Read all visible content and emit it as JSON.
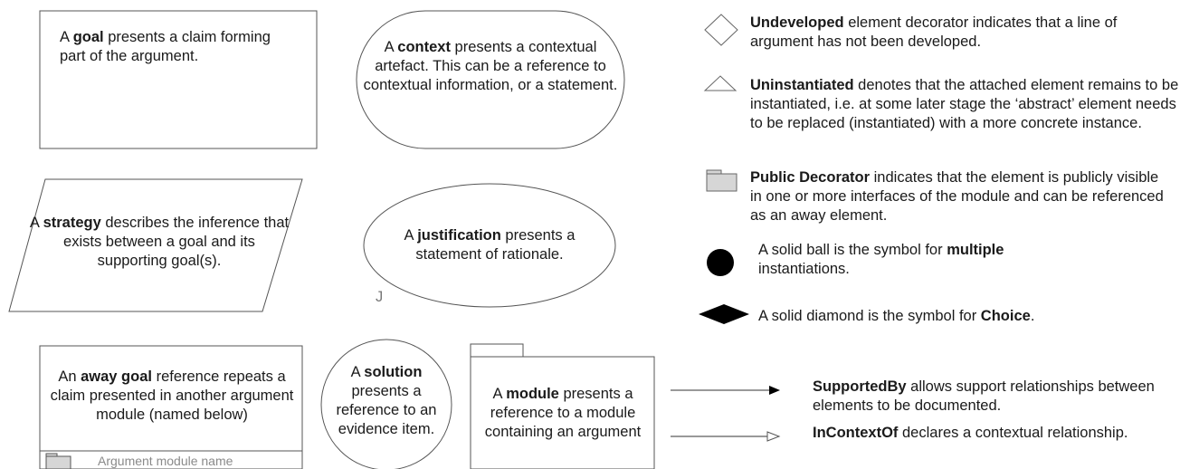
{
  "goal": {
    "pre": "A ",
    "term": "goal",
    "post": " presents a claim forming part of the argument."
  },
  "context": {
    "pre": "A ",
    "term": "context",
    "post": " presents a contextual artefact. This can be a reference to contextual information, or a statement."
  },
  "strategy": {
    "pre": "A ",
    "term": "strategy",
    "post": " describes the inference that exists between a goal and its supporting goal(s)."
  },
  "justification": {
    "pre": "A ",
    "term": "justification",
    "post": " presents a statement of rationale.",
    "marker": "J"
  },
  "away_goal": {
    "pre": "An ",
    "term": "away goal",
    "post": " reference repeats a claim presented in another argument module (named below)",
    "module_name": "Argument module name"
  },
  "solution": {
    "pre": "A ",
    "term": "solution",
    "post": " presents a reference to an evidence item."
  },
  "module": {
    "pre": "A ",
    "term": "module",
    "post": " presents a reference to a module containing an argument"
  },
  "legend": {
    "undeveloped": {
      "term": "Undeveloped",
      "post": " element decorator indicates that a line of argument has not been developed.",
      "icon": "diamond-outline"
    },
    "uninstantiated": {
      "term": "Uninstantiated",
      "post": " denotes that the attached element remains to be instantiated, i.e. at some later stage the ‘abstract’ element needs to be replaced (instantiated) with a more concrete instance.",
      "icon": "triangle-outline"
    },
    "public": {
      "term": "Public Decorator",
      "post": " indicates that the element is publicly visible in one or more interfaces of the module and can be referenced as an away element.",
      "icon": "folder"
    },
    "multiple": {
      "pre": "A solid ball is the symbol for ",
      "term": "multiple",
      "post": " instantiations.",
      "icon": "solid-ball"
    },
    "choice": {
      "pre": "A solid diamond is the symbol for ",
      "term": "Choice",
      "post": ".",
      "icon": "solid-diamond"
    },
    "supported_by": {
      "term": "SupportedBy",
      "post": " allows support relationships between elements to be documented.",
      "icon": "filled-arrow"
    },
    "in_context_of": {
      "term": "InContextOf",
      "post": " declares a contextual relationship.",
      "icon": "hollow-arrow"
    }
  }
}
